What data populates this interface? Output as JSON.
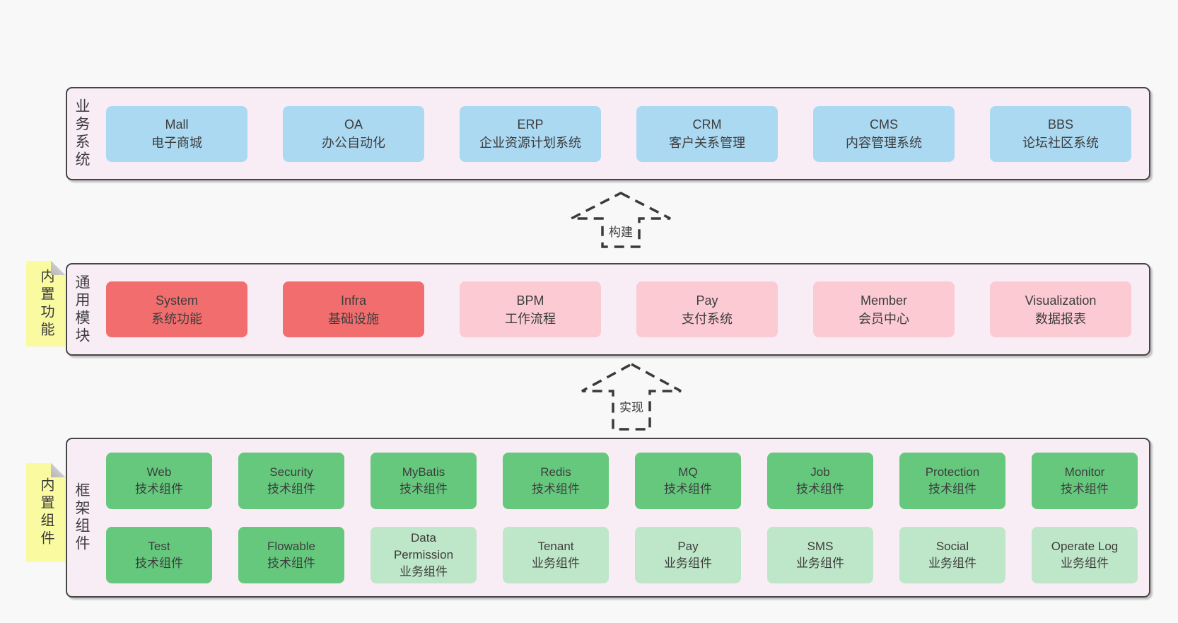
{
  "palette": {
    "page_bg": "#f9f8f9",
    "panel_bg": "#f8edf5",
    "panel_border": "#454545",
    "blue": "#abd9f2",
    "red": "#f26e6e",
    "pink": "#fbcad3",
    "green": "#65c87d",
    "green_light": "#bee6c8",
    "note_yellow": "#fafaa1",
    "text": "#3d3d3d"
  },
  "arrows": [
    {
      "label": "构建"
    },
    {
      "label": "实现"
    }
  ],
  "business": {
    "label": "业务系统",
    "boxes": [
      {
        "title": "Mall",
        "subtitle": "电子商城"
      },
      {
        "title": "OA",
        "subtitle": "办公自动化"
      },
      {
        "title": "ERP",
        "subtitle": "企业资源计划系统"
      },
      {
        "title": "CRM",
        "subtitle": "客户关系管理"
      },
      {
        "title": "CMS",
        "subtitle": "内容管理系统"
      },
      {
        "title": "BBS",
        "subtitle": "论坛社区系统"
      }
    ]
  },
  "modules": {
    "label": "通用模块",
    "note": "内置功能",
    "boxes": [
      {
        "title": "System",
        "subtitle": "系统功能",
        "variant": "red"
      },
      {
        "title": "Infra",
        "subtitle": "基础设施",
        "variant": "red"
      },
      {
        "title": "BPM",
        "subtitle": "工作流程",
        "variant": "pink"
      },
      {
        "title": "Pay",
        "subtitle": "支付系统",
        "variant": "pink"
      },
      {
        "title": "Member",
        "subtitle": "会员中心",
        "variant": "pink"
      },
      {
        "title": "Visualization",
        "subtitle": "数据报表",
        "variant": "pink"
      }
    ]
  },
  "framework": {
    "label": "框架组件",
    "note": "内置组件",
    "row1": [
      {
        "title": "Web",
        "subtitle": "技术组件",
        "variant": "green"
      },
      {
        "title": "Security",
        "subtitle": "技术组件",
        "variant": "green"
      },
      {
        "title": "MyBatis",
        "subtitle": "技术组件",
        "variant": "green"
      },
      {
        "title": "Redis",
        "subtitle": "技术组件",
        "variant": "green"
      },
      {
        "title": "MQ",
        "subtitle": "技术组件",
        "variant": "green"
      },
      {
        "title": "Job",
        "subtitle": "技术组件",
        "variant": "green"
      },
      {
        "title": "Protection",
        "subtitle": "技术组件",
        "variant": "green"
      },
      {
        "title": "Monitor",
        "subtitle": "技术组件",
        "variant": "green"
      }
    ],
    "row2": [
      {
        "title": "Test",
        "subtitle": "技术组件",
        "variant": "green"
      },
      {
        "title": "Flowable",
        "subtitle": "技术组件",
        "variant": "green"
      },
      {
        "title": "Data Permission",
        "subtitle": "业务组件",
        "variant": "green-light"
      },
      {
        "title": "Tenant",
        "subtitle": "业务组件",
        "variant": "green-light"
      },
      {
        "title": "Pay",
        "subtitle": "业务组件",
        "variant": "green-light"
      },
      {
        "title": "SMS",
        "subtitle": "业务组件",
        "variant": "green-light"
      },
      {
        "title": "Social",
        "subtitle": "业务组件",
        "variant": "green-light"
      },
      {
        "title": "Operate Log",
        "subtitle": "业务组件",
        "variant": "green-light"
      }
    ]
  }
}
